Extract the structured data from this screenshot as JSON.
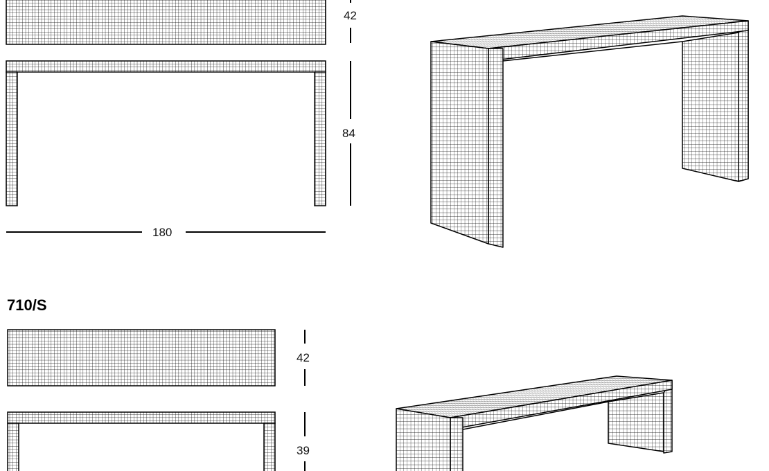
{
  "colors": {
    "line": "#000000",
    "background": "#ffffff"
  },
  "top_model": {
    "depth_label": "42",
    "height_label": "84",
    "width_label": "180"
  },
  "bottom_model": {
    "title": "710/S",
    "depth_label": "42",
    "height_label": "39"
  }
}
